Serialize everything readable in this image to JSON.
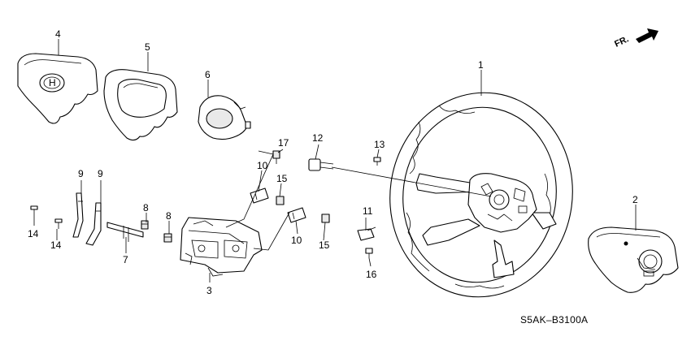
{
  "diagram": {
    "diagram_code": "S5AK–B3100A",
    "direction_label": "FR.",
    "direction_arrow_icon": "arrow-right-icon",
    "callouts": {
      "c1": "1",
      "c2": "2",
      "c3": "3",
      "c4": "4",
      "c5": "5",
      "c6": "6",
      "c7": "7",
      "c8a": "8",
      "c8b": "8",
      "c9a": "9",
      "c9b": "9",
      "c10a": "10",
      "c10b": "10",
      "c11": "11",
      "c12": "12",
      "c13": "13",
      "c14a": "14",
      "c14b": "14",
      "c15a": "15",
      "c15b": "15",
      "c16": "16",
      "c17": "17"
    }
  }
}
